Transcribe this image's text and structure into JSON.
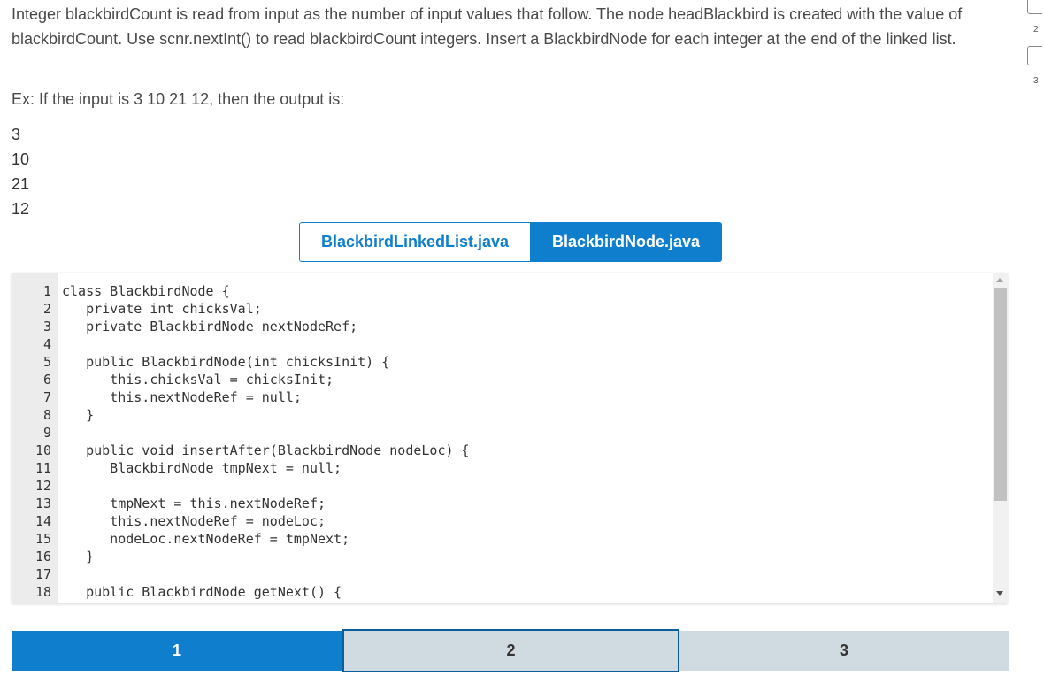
{
  "prompt": {
    "text": "Integer blackbirdCount is read from input as the number of input values that follow. The node headBlackbird is created with the value of blackbirdCount. Use scnr.nextInt() to read blackbirdCount integers. Insert a BlackbirdNode for each integer at the end of the linked list.",
    "example": "Ex: If the input is 3 10 21 12, then the output is:",
    "outputs": [
      "3",
      "10",
      "21",
      "12"
    ]
  },
  "side_levels": [
    "2",
    "3"
  ],
  "file_tabs": {
    "linked_list": "BlackbirdLinkedList.java",
    "node": "BlackbirdNode.java",
    "active": "BlackbirdNode.java"
  },
  "editor": {
    "line_numbers": [
      "1",
      "2",
      "3",
      "4",
      "5",
      "6",
      "7",
      "8",
      "9",
      "10",
      "11",
      "12",
      "13",
      "14",
      "15",
      "16",
      "17",
      "18"
    ],
    "lines": [
      "class BlackbirdNode {",
      "   private int chicksVal;",
      "   private BlackbirdNode nextNodeRef;",
      "",
      "   public BlackbirdNode(int chicksInit) {",
      "      this.chicksVal = chicksInit;",
      "      this.nextNodeRef = null;",
      "   }",
      "",
      "   public void insertAfter(BlackbirdNode nodeLoc) {",
      "      BlackbirdNode tmpNext = null;",
      "",
      "      tmpNext = this.nextNodeRef;",
      "      this.nextNodeRef = nodeLoc;",
      "      nodeLoc.nextNodeRef = tmpNext;",
      "   }",
      "",
      "   public BlackbirdNode getNext() {"
    ]
  },
  "level_buttons": {
    "items": [
      "1",
      "2",
      "3"
    ],
    "active": "1",
    "focused": "2"
  },
  "colors": {
    "accent": "#0f7ecd",
    "inactive_level": "#d0dae1",
    "gutter": "#ececec",
    "focus_border": "#0a5e9a"
  }
}
